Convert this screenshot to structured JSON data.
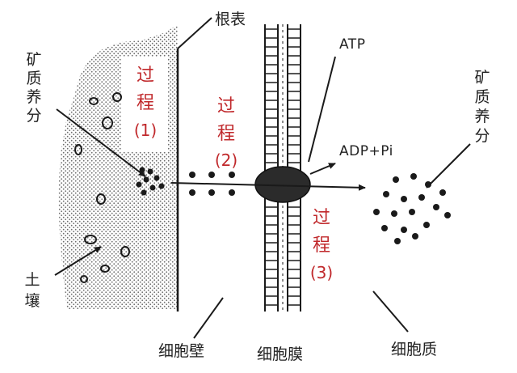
{
  "colors": {
    "ink": "#1a1a1a",
    "process_red": "#c0282b",
    "soil_dots": "#555555"
  },
  "labels": {
    "mineral_left": [
      "矿",
      "质",
      "养",
      "分"
    ],
    "root_surface": "根表",
    "soil": [
      "土",
      "壤"
    ],
    "atp": "ATP",
    "adp_pi": "ADP+Pi",
    "mineral_right": [
      "矿",
      "质",
      "养",
      "分"
    ],
    "cell_wall": "细胞壁",
    "cell_membrane": "细胞膜",
    "cytoplasm": "细胞质"
  },
  "processes": [
    {
      "chars": [
        "过",
        "程"
      ],
      "num": "(1)"
    },
    {
      "chars": [
        "过",
        "程"
      ],
      "num": "(2)"
    },
    {
      "chars": [
        "过",
        "程"
      ],
      "num": "(3)"
    }
  ]
}
